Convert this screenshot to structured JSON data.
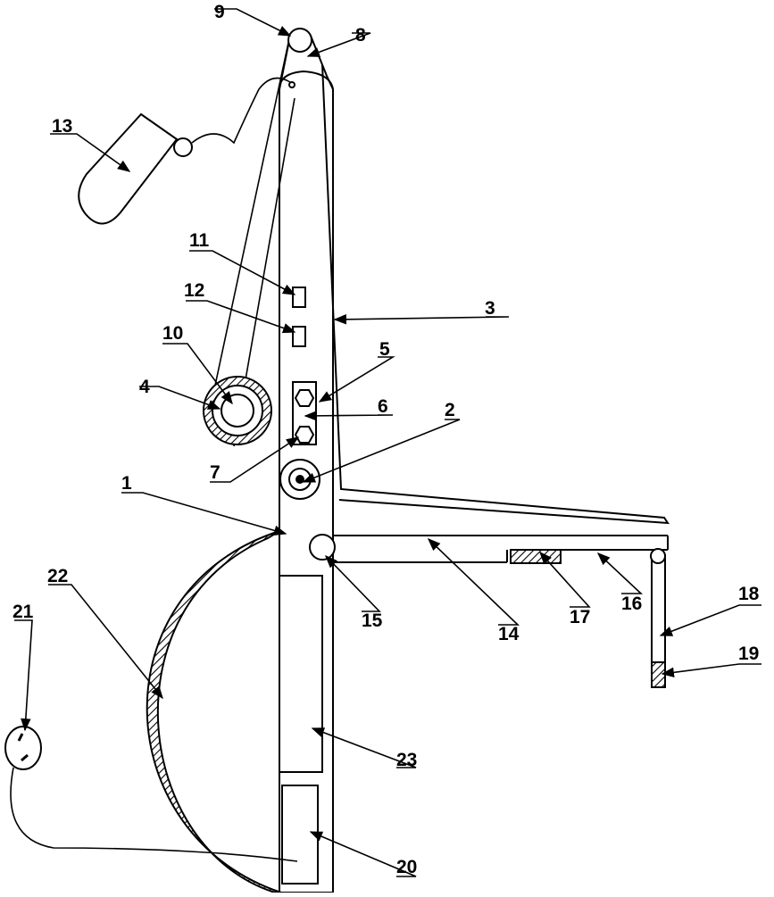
{
  "figure": {
    "part_labels": [
      "1",
      "2",
      "3",
      "4",
      "5",
      "6",
      "7",
      "8",
      "9",
      "10",
      "11",
      "12",
      "13",
      "14",
      "15",
      "16",
      "17",
      "18",
      "19",
      "20",
      "21",
      "22",
      "23"
    ]
  },
  "colors": {
    "line": "#000000",
    "background": "#ffffff"
  }
}
